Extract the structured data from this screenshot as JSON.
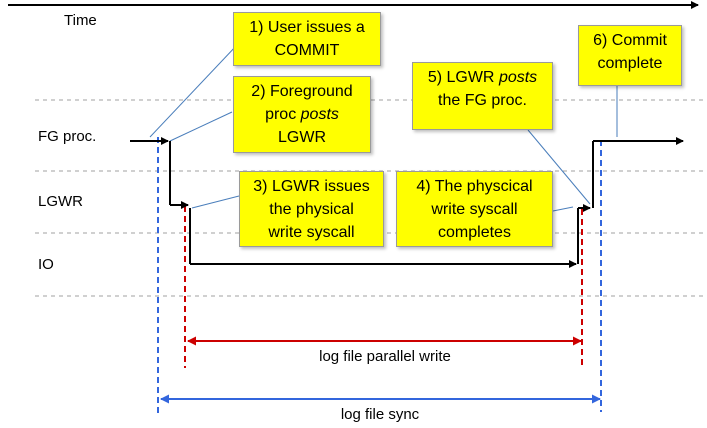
{
  "axis": {
    "time_label": "Time"
  },
  "lanes": [
    {
      "id": "fg",
      "label": "FG proc."
    },
    {
      "id": "lgwr",
      "label": "LGWR"
    },
    {
      "id": "io",
      "label": "IO"
    }
  ],
  "steps": [
    {
      "id": "step1",
      "lines": [
        "1) User issues a",
        "COMMIT"
      ]
    },
    {
      "id": "step2",
      "lines": [
        "2) Foreground",
        "proc |posts|",
        "LGWR"
      ]
    },
    {
      "id": "step3",
      "lines": [
        "3) LGWR issues",
        "the physical",
        "write syscall"
      ]
    },
    {
      "id": "step4",
      "lines": [
        "4) The physcical",
        "write syscall",
        "completes"
      ]
    },
    {
      "id": "step5",
      "lines": [
        "5) LGWR |posts|",
        "the FG proc."
      ]
    },
    {
      "id": "step6",
      "lines": [
        "6) Commit",
        "complete"
      ]
    }
  ],
  "durations": {
    "parallel_write": "log file parallel write",
    "sync": "log file sync"
  },
  "colors": {
    "step_box": "#ffff00",
    "parallel_write_line": "#cc0000",
    "sync_line": "#3366dd",
    "callout_line": "#4a7ebb",
    "lane_separator": "#a0a0a0",
    "flow_line": "#000000"
  }
}
